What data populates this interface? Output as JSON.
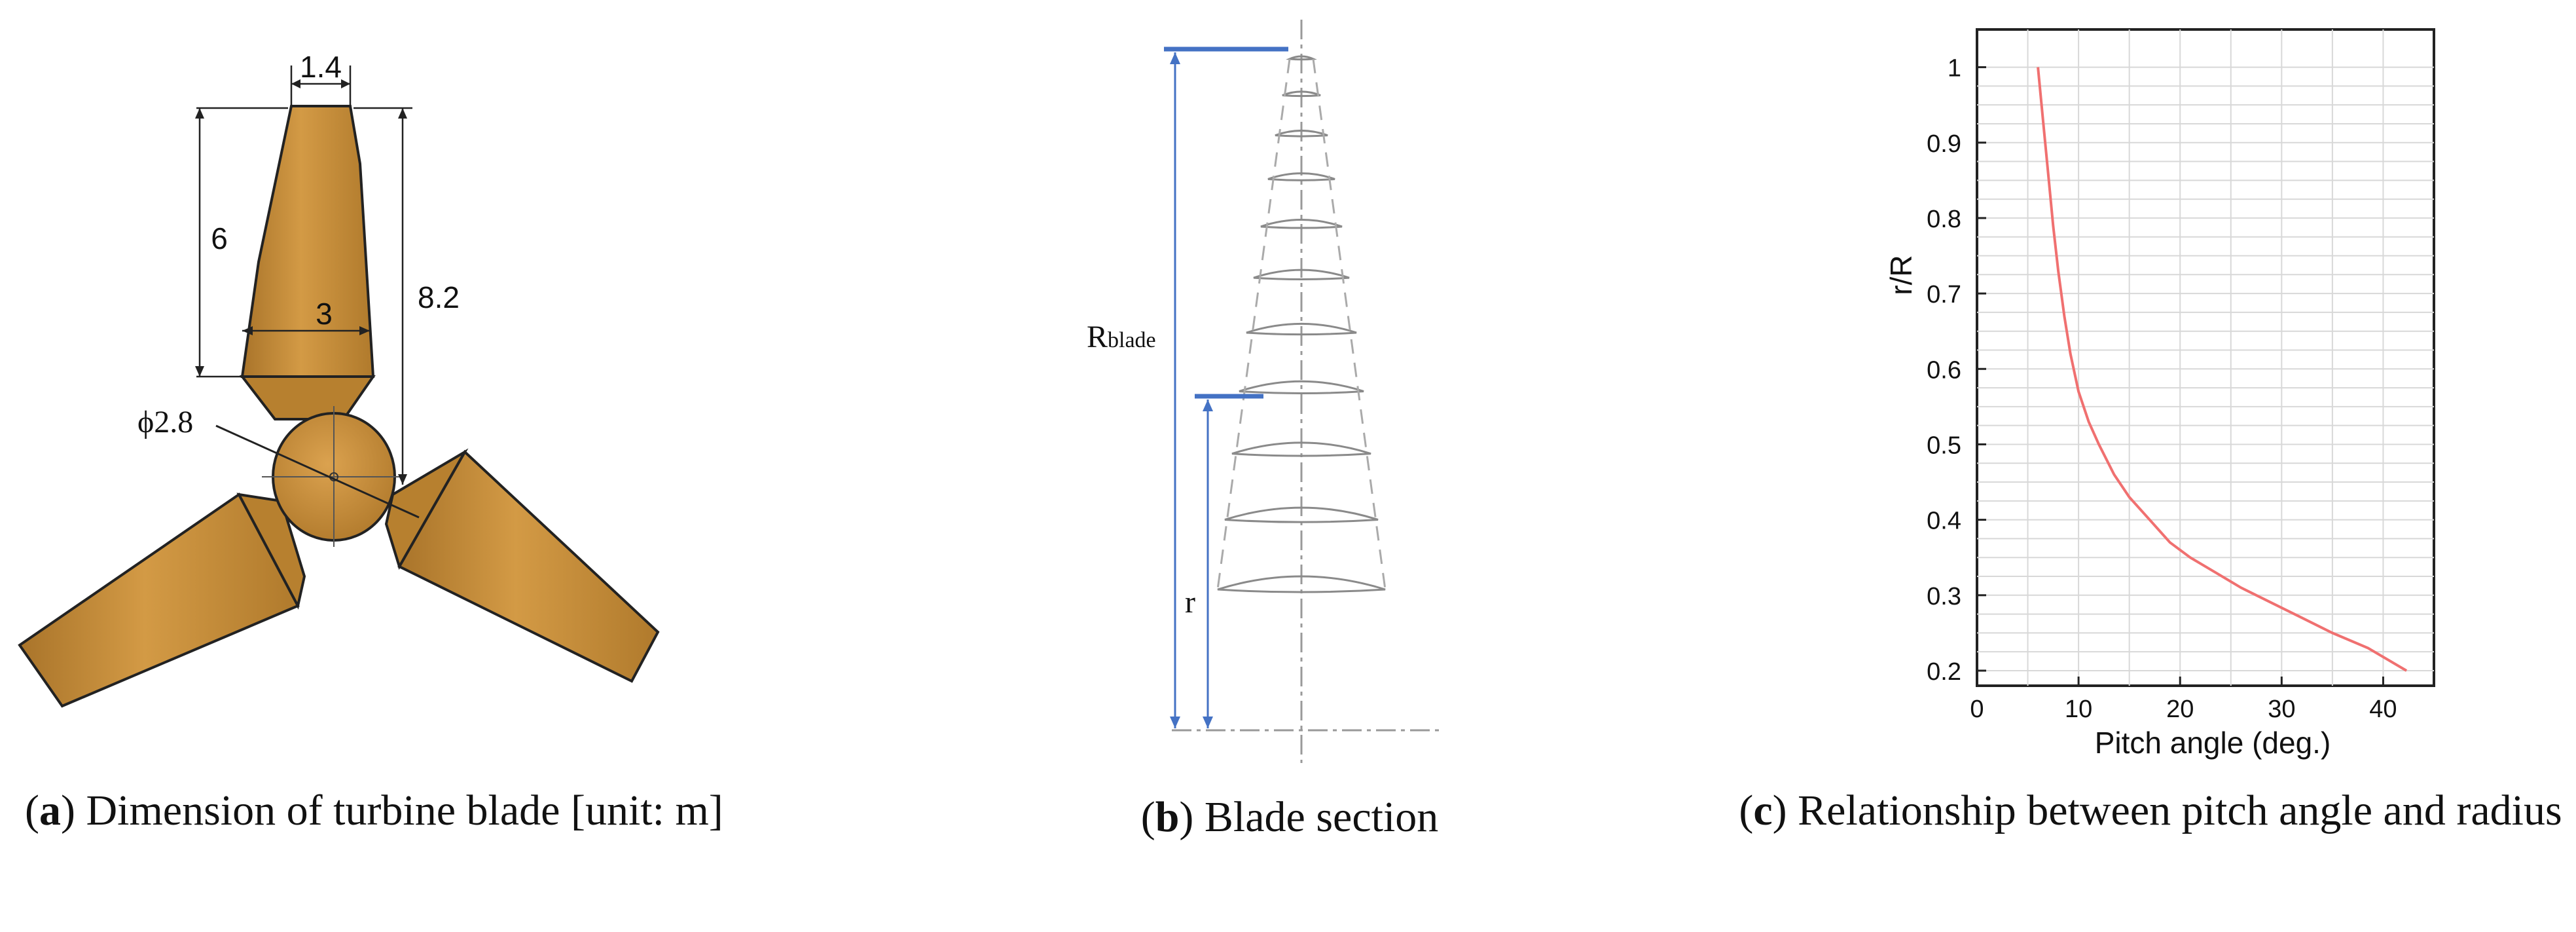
{
  "panel_a": {
    "dim_tip_width": "1.4",
    "dim_length_left": "6",
    "dim_root_width": "3",
    "dim_length_right": "8.2",
    "dim_hub_diameter": "ϕ2.8",
    "caption_letter": "a",
    "caption_text": "Dimension of turbine blade [unit: m]",
    "blade_color": "#c48a33",
    "blade_dark": "#9a6a22"
  },
  "panel_b": {
    "label_R": "R",
    "label_R_sub": "blade",
    "label_r": "r",
    "caption_letter": "b",
    "caption_text": "Blade section",
    "marker_color": "#4472c4"
  },
  "panel_c": {
    "caption_letter": "c",
    "caption_text": "Relationship between pitch angle and radius"
  },
  "chart_data": {
    "type": "line",
    "xlabel": "Pitch angle (deg.)",
    "ylabel": "r/R",
    "xlim": [
      0,
      45
    ],
    "ylim": [
      0.18,
      1.05
    ],
    "xticks": [
      0,
      10,
      20,
      30,
      40
    ],
    "yticks": [
      0.2,
      0.3,
      0.4,
      0.5,
      0.6,
      0.7,
      0.8,
      0.9,
      1
    ],
    "grid": true,
    "line_color": "#f07070",
    "series": [
      {
        "x": [
          6.0,
          6.5,
          7.0,
          7.5,
          8.0,
          8.6,
          9.2,
          10.0,
          11.0,
          12.0,
          13.5,
          15.0,
          17.0,
          19.0,
          21.0,
          23.5,
          26.0,
          29.0,
          32.0,
          35.0,
          38.5,
          42.3
        ],
        "y": [
          1.0,
          0.93,
          0.86,
          0.79,
          0.73,
          0.67,
          0.62,
          0.57,
          0.53,
          0.5,
          0.46,
          0.43,
          0.4,
          0.37,
          0.35,
          0.33,
          0.31,
          0.29,
          0.27,
          0.25,
          0.23,
          0.2
        ]
      }
    ]
  }
}
